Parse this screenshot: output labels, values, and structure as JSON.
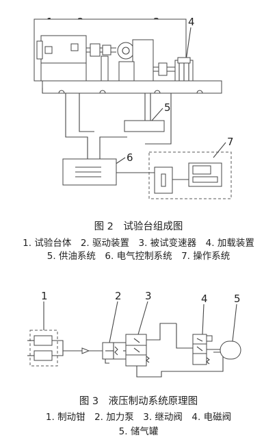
{
  "figure2": {
    "callouts": [
      "1",
      "2",
      "3",
      "4",
      "5",
      "6",
      "7"
    ],
    "title": "图 2　试验台组成图",
    "legend_line1": "1. 试验台体　2. 驱动装置　3. 被试变速器　4. 加载装置",
    "legend_line2": "5. 供油系统　6. 电气控制系统　7. 操作系统"
  },
  "figure3": {
    "callouts": [
      "1",
      "2",
      "3",
      "4",
      "5"
    ],
    "title": "图 3　液压制动系统原理图",
    "legend_line1": "1. 制动钳　2. 加力泵　3. 继动阀　4. 电磁阀",
    "legend_line2": "5. 储气罐"
  }
}
